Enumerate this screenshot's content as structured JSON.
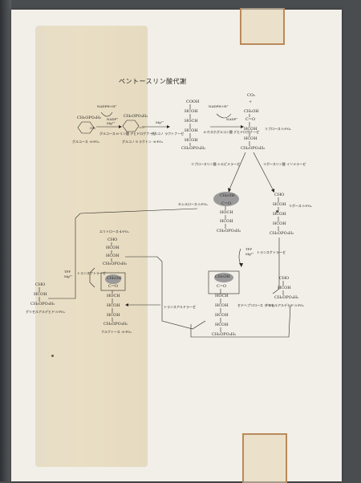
{
  "title": "ペントースリン酸代謝",
  "compounds": {
    "lactone": "CH₂OPO₃H₂",
    "gluconate_cooh": "COOH",
    "gluconate_c1": "HCOH",
    "gluconate_c2": "HOCH",
    "gluconate_c3": "HCOH",
    "gluconate_c4": "HCOH",
    "gluconate_c5": "CH₂OPO₃H₂",
    "co2": "CO₂",
    "plus": "+",
    "ru_c1": "CH₂OH",
    "ru_c2": "C=O",
    "ru_c3": "HCOH",
    "ru_c4": "HCOH",
    "ru_c5": "CH₂OPO₃H₂",
    "xu_c1": "CH₂OH",
    "xu_c2": "C=O",
    "xu_c3": "HOCH",
    "xu_c4": "HCOH",
    "xu_c5": "CH₂OPO₃H₂",
    "r5p_c1": "CHO",
    "r5p_c2": "HCOH",
    "r5p_c3": "HCOH",
    "r5p_c4": "HCOH",
    "r5p_c5": "CH₂OPO₃H₂",
    "e4p_c1": "CHO",
    "e4p_c2": "HCOH",
    "e4p_c3": "HCOH",
    "e4p_c4": "CH₂OPO₃H₂",
    "f6p_c1": "CH₂OH",
    "f6p_c2": "C=O",
    "f6p_c3": "HOCH",
    "f6p_c4": "HCOH",
    "f6p_c5": "HCOH",
    "f6p_c6": "CH₂OPO₃H₂",
    "ga3p_c1": "CHO",
    "ga3p_c2": "HCOH",
    "ga3p_c3": "CH₂OPO₃H₂",
    "s7p_c1": "CH₂OH",
    "s7p_c2": "C=O",
    "s7p_c3": "HOCH",
    "s7p_c4": "HCOH",
    "s7p_c5": "HCOH",
    "s7p_c6": "HCOH",
    "s7p_c7": "CH₂OPO₃H₂",
    "ga3p2_c1": "CHO",
    "ga3p2_c2": "HCOH",
    "ga3p2_c3": "CH₂OPO₃H₂"
  },
  "labels": {
    "g6p": "グルコース -6-PO₄",
    "lactone": "グルコノ δ ラクトン -6-PO₄",
    "ru5p": "リブロース-5-PO₄",
    "x5p": "キシルロース-5-PO₄",
    "r5p": "リボース-5-PO₄",
    "e4p": "エリトロース-4-PO₄",
    "s7p": "セドヘプツロース -7-PO₄",
    "ga3p": "グリセルアルデヒド-3-PO₄",
    "f6p": "フルクトース -6-PO₄",
    "ga3p_left": "グリセルアルデヒド-3-PO₄",
    "f6p_bottom": "フルクトース -6-PO₄"
  },
  "enzymes": {
    "g6pd": "グルコース-6-リン酸 デヒドロゲナーゼ",
    "lactonase": "グルコノ ラクトナーゼ",
    "6pgd": "6-ホスホグルコン酸 デヒドロゲナーゼ",
    "epimerase": "リブロースリン酸 3-エピメラーゼ",
    "isomerase": "リボースリン酸 イソメラーゼ",
    "transketolase1": "トランスケトラーゼ",
    "transketolase2": "トランスケトラーゼ",
    "transaldolase": "トランスアルドラーゼ"
  },
  "cofactors": {
    "nadp1": "NADP⁺",
    "nadph1": "NADPH+H⁺",
    "mg1": "Mg²⁺",
    "nadp2": "NADP⁺",
    "nadph2": "NADPH+H⁺",
    "mg2": "Mg²⁺",
    "tpp1": "TPP",
    "mg3": "Mg²⁺",
    "tpp2": "TPP",
    "mg4": "Mg²⁺"
  },
  "colors": {
    "ink": "#2a2622",
    "paper": "#f1efe8",
    "stain": "#e6d8b8",
    "tape": "#b88a5a",
    "highlight": "#9a9a9a"
  }
}
